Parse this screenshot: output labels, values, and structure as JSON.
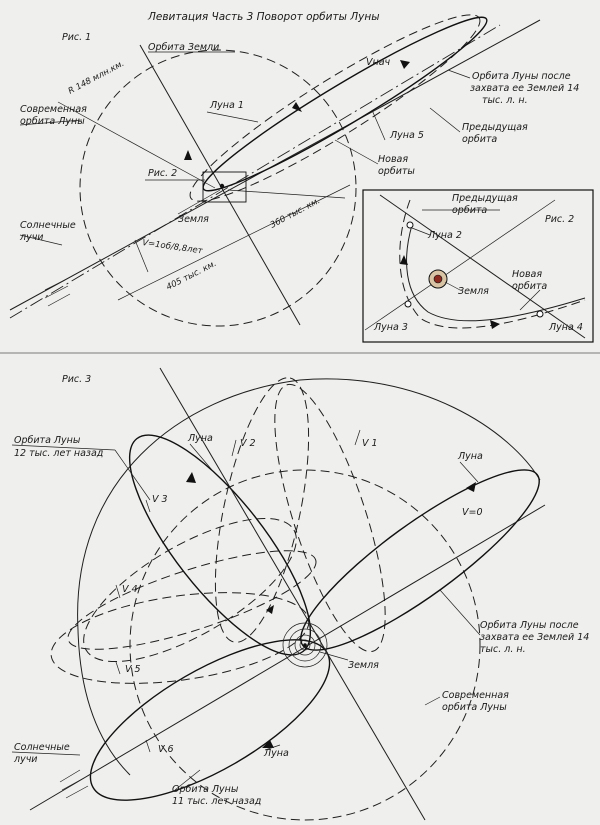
{
  "title": "Левитация Часть 3 Поворот орбиты Луны",
  "fig1": {
    "caption": "Рис. 1",
    "earth_orbit": "Орбита Земли",
    "radius": "R 148 млн.км.",
    "current_orbit_line1": "Современная",
    "current_orbit_line2": "орбита Луны",
    "moon1": "Луна 1",
    "fig2_ref": "Рис. 2",
    "earth": "Земля",
    "sun_rays_line1": "Солнечные",
    "sun_rays_line2": "лучи",
    "velocity": "V=1об/8,8лет",
    "dist_405": "405 тыс. км.",
    "dist_360": "360 тыс. км.",
    "v_start": "Vнач",
    "captured_line1": "Орбита Луны после",
    "captured_line2": "захвата ее Землей 14",
    "captured_line3": "тыс. л. н.",
    "previous_line1": "Предыдущая",
    "previous_line2": "орбита",
    "moon5": "Луна 5",
    "new_orbit_line1": "Новая",
    "new_orbit_line2": "орбиты"
  },
  "fig2": {
    "caption": "Рис. 2",
    "previous_line1": "Предыдущая",
    "previous_line2": "орбита",
    "moon2": "Луна 2",
    "earth": "Земля",
    "new_line1": "Новая",
    "new_line2": "орбита",
    "moon3": "Луна 3",
    "moon4": "Луна 4"
  },
  "fig3": {
    "caption": "Рис. 3",
    "old_orbit_line1": "Орбита Луны",
    "old_orbit_line2": "12 тыс. лет назад",
    "moon_top": "Луна",
    "v1": "V 1",
    "v2": "V 2",
    "v3": "V 3",
    "v4": "V 4",
    "v5": "V 5",
    "v6": "V 6",
    "moon_right": "Луна",
    "v0": "V=0",
    "captured_line1": "Орбита Луны после",
    "captured_line2": "захвата ее Землей 14",
    "captured_line3": "тыс. л. н.",
    "earth": "Земля",
    "current_line1": "Современная",
    "current_line2": "орбита Луны",
    "sun_rays_line1": "Солнечные",
    "sun_rays_line2": "лучи",
    "moon_bottom": "Луна",
    "orbit11_line1": "Орбита Луны",
    "orbit11_line2": "11 тыс. лет назад"
  }
}
